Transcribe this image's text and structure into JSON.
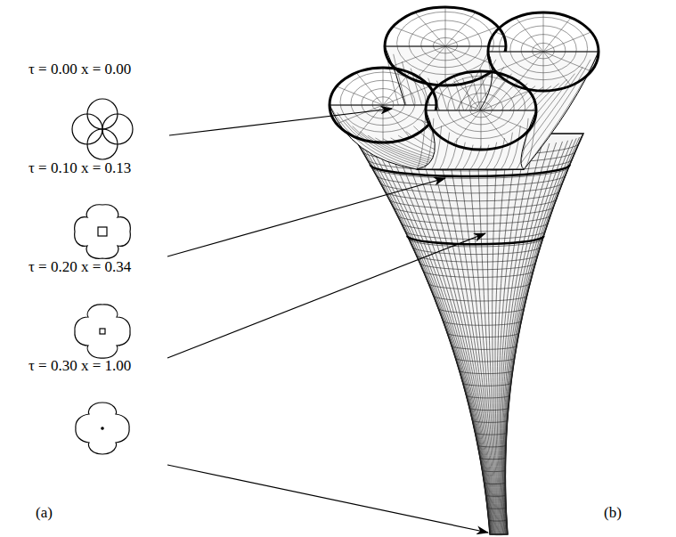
{
  "diagram": {
    "labels": [
      "τ = 0.00 x = 0.00",
      "τ = 0.10 x = 0.13",
      "τ = 0.20 x = 0.34",
      "τ = 0.30 x = 1.00",
      "(a)",
      "(b)"
    ]
  }
}
